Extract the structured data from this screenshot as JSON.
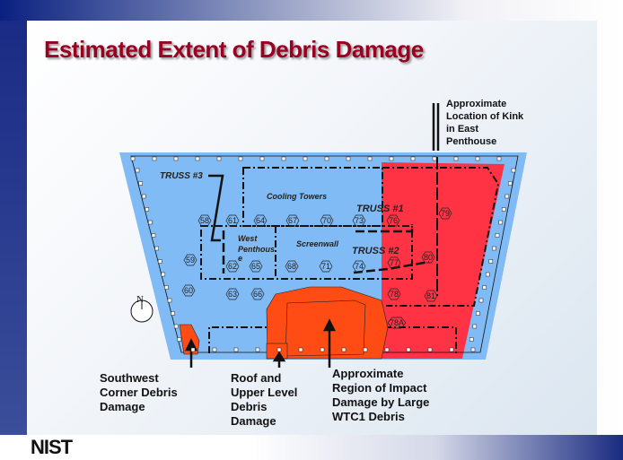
{
  "title": "Estimated Extent of Debris Damage",
  "diagram": {
    "labels": {
      "truss3": "TRUSS #3",
      "truss1": "TRUSS #1",
      "truss2": "TRUSS #2",
      "cooling_towers": "Cooling Towers",
      "west_penthouse_1": "West",
      "west_penthouse_2": "Penthous",
      "west_penthouse_3": "e",
      "screenwall": "Screenwall",
      "north": "N"
    },
    "columns": [
      {
        "id": "58",
        "row": 1
      },
      {
        "id": "61",
        "row": 1
      },
      {
        "id": "64",
        "row": 1
      },
      {
        "id": "67",
        "row": 1
      },
      {
        "id": "70",
        "row": 1
      },
      {
        "id": "73",
        "row": 1
      },
      {
        "id": "76",
        "row": 1
      },
      {
        "id": "79",
        "row": 1
      },
      {
        "id": "59",
        "row": 2
      },
      {
        "id": "62",
        "row": 2
      },
      {
        "id": "65",
        "row": 2
      },
      {
        "id": "68",
        "row": 2
      },
      {
        "id": "71",
        "row": 2
      },
      {
        "id": "74",
        "row": 2
      },
      {
        "id": "77",
        "row": 2
      },
      {
        "id": "80",
        "row": 2
      },
      {
        "id": "60",
        "row": 3
      },
      {
        "id": "63",
        "row": 3
      },
      {
        "id": "66",
        "row": 3
      },
      {
        "id": "78",
        "row": 3
      },
      {
        "id": "81",
        "row": 3
      },
      {
        "id": "78A",
        "row": 4
      }
    ],
    "colors": {
      "roof": "#80bbf5",
      "east_damage": "#ff3344",
      "impact": "#ff4c14",
      "title": "#990022"
    }
  },
  "callouts": {
    "kink": [
      "Approximate",
      "Location of Kink",
      "in East",
      "Penthouse"
    ],
    "southwest": [
      "Southwest",
      "Corner Debris",
      "Damage"
    ],
    "roof": [
      "Roof and",
      "Upper Level",
      "Debris",
      "Damage"
    ],
    "impact": [
      "Approximate",
      "Region of Impact",
      "Damage by Large",
      "WTC1 Debris"
    ]
  },
  "logo": "NIST"
}
